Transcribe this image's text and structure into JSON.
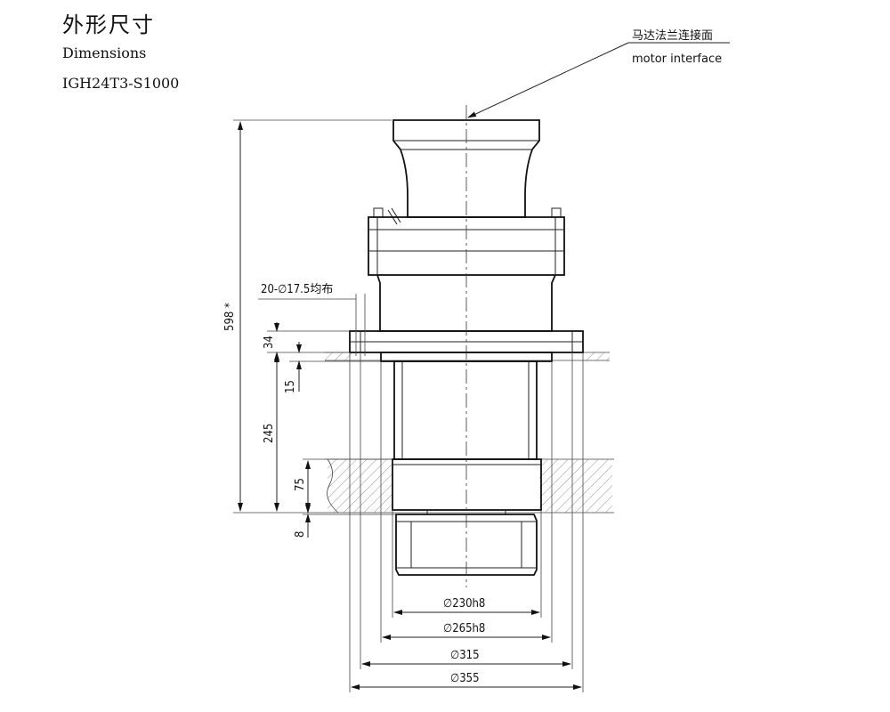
{
  "header": {
    "title_zh": "外形尺寸",
    "title_en": "Dimensions",
    "model": "IGH24T3-S1000"
  },
  "callout": {
    "label_zh": "马达法兰连接面",
    "label_en": "motor interface"
  },
  "dimensions": {
    "overall_height": "598 *",
    "holes": "20-∅17.5均布",
    "flange_thickness": "34",
    "spigot_height": "15",
    "body_length": "245",
    "seat_length": "75",
    "gap": "8",
    "d1": "∅230h8",
    "d2": "∅265h8",
    "d3": "∅315",
    "d4": "∅355"
  }
}
